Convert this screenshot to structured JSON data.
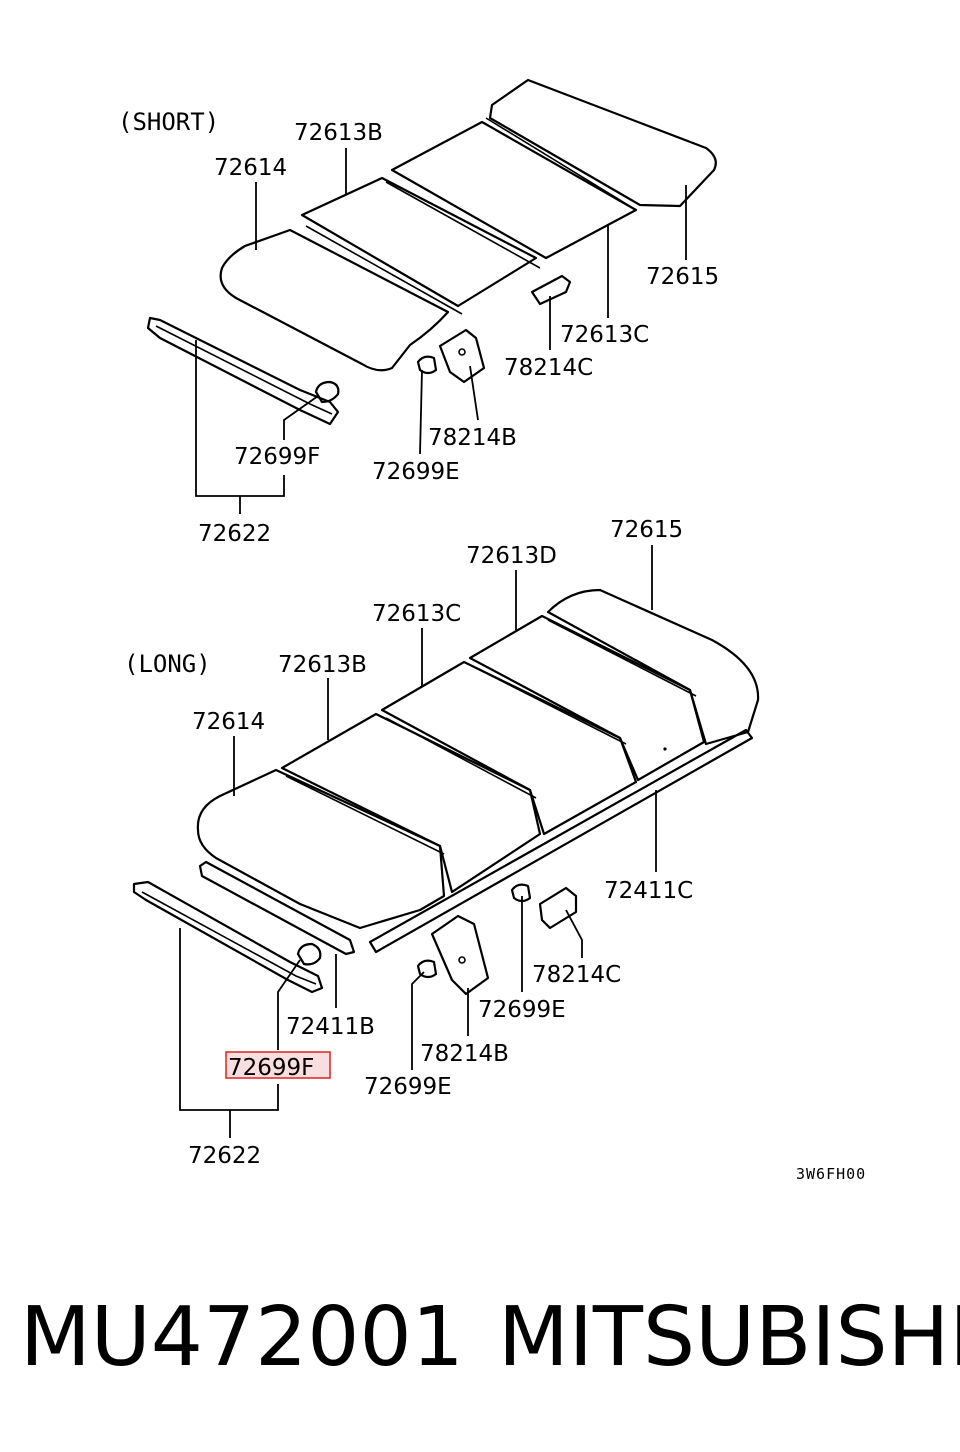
{
  "sections": {
    "short": "(SHORT)",
    "long": "(LONG)"
  },
  "labels": {
    "short": {
      "l72613B": "72613B",
      "l72614": "72614",
      "l72615": "72615",
      "l72613C": "72613C",
      "l78214C": "78214C",
      "l78214B": "78214B",
      "l72699F": "72699F",
      "l72699E": "72699E",
      "l72622": "72622"
    },
    "long": {
      "l72615": "72615",
      "l72613D": "72613D",
      "l72613C": "72613C",
      "l72613B": "72613B",
      "l72614": "72614",
      "l72411C": "72411C",
      "l78214C": "78214C",
      "l72699E_r": "72699E",
      "l72411B": "72411B",
      "l78214B": "78214B",
      "l72699F": "72699F",
      "l72699E_l": "72699E",
      "l72622": "72622"
    }
  },
  "diagram_code": "3W6FH00",
  "highlighted_label": "72699F",
  "footer": {
    "part_number": "MU472001",
    "brand": "MITSUBISHI"
  }
}
